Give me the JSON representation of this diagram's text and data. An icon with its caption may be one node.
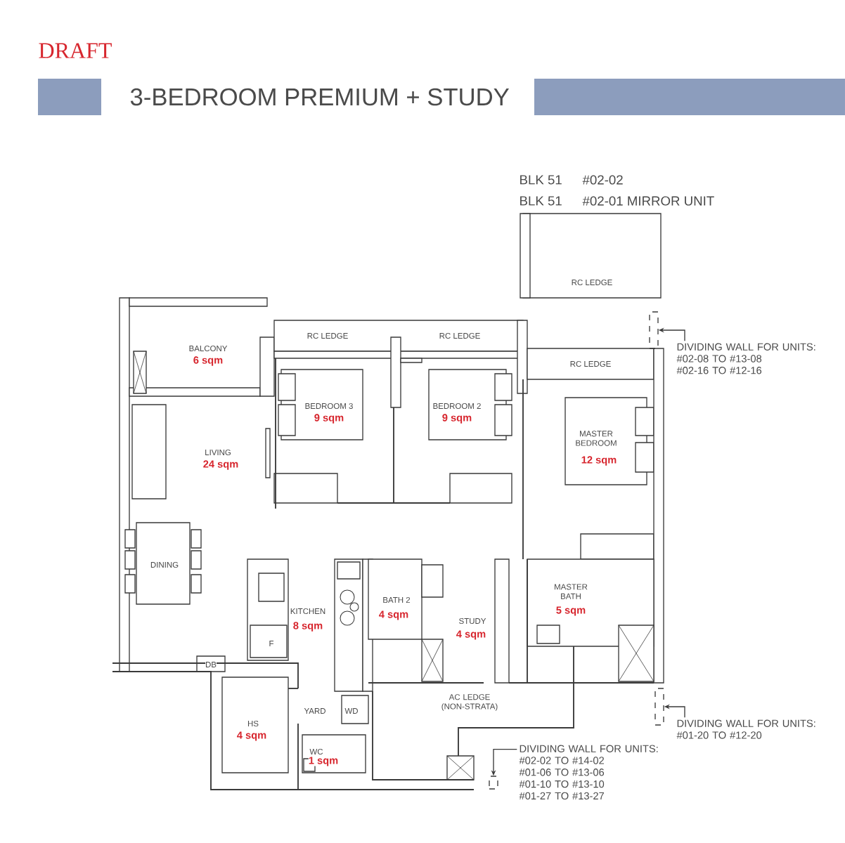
{
  "diagram": {
    "title": "3-BEDROOM PREMIUM + STUDY",
    "nodes": [
      {
        "text": [
          "DIVIDING WALL FOR UNITS:",
          "#02-08 TO #13-08 #02-16 TO #12-16"
        ]
      },
      {
        "text": [],
        "shape": "box"
      },
      {
        "text": [
          "DIVIDING WALL FOR UNITS:",
          "#01-20 TO #12-20"
        ]
      },
      {
        "text": [],
        "shape": "box"
      },
      {
        "text": [
          "DIVIDING WALL FOR UNITS:",
          "#02-02 TO #14-02 #01-06 TO #13-06 #01-10 TO #13-10 #01-27 TO #13-27"
        ]
      },
      {
        "text": [],
        "shape": "box"
      }
    ],
    "edges": [
      {
        "from": 0,
        "to": 1,
        "arrow": "to"
      },
      {
        "from": 2,
        "to": 3,
        "arrow": "to"
      },
      {
        "from": 4,
        "to": 5,
        "arrow": "to"
      }
    ],
    "labels": [
      "DRAFT",
      "BLK 51",
      "#02-02",
      "BLK 51",
      "#02-01 MIRROR UNIT",
      "RC LEDGE",
      "BALCONY",
      "6 sqm",
      "RC LEDGE",
      "RC LEDGE",
      "RC LEDGE",
      "BEDROOM 3",
      "9 sqm",
      "BEDROOM 2",
      "9 sqm",
      "MASTER BEDROOM",
      "12 sqm",
      "LIVING",
      "24 sqm",
      "DINING",
      "KITCHEN",
      "8 sqm",
      "BATH 2",
      "4 sqm",
      "STUDY",
      "4 sqm",
      "MASTER BATH",
      "5 sqm",
      "F",
      "DB",
      "YARD",
      "WD",
      "AC LEDGE (NON-STRATA)",
      "HS",
      "4 sqm",
      "WC",
      "1 sqm"
    ]
  }
}
